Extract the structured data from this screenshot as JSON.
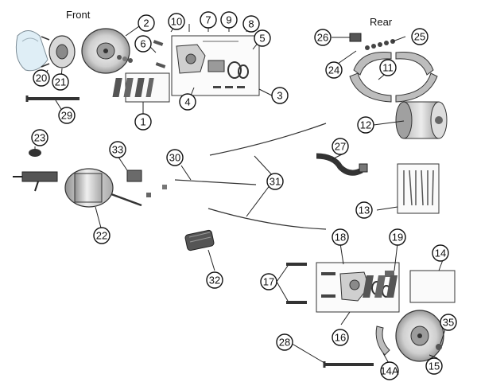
{
  "headings": {
    "front": "Front",
    "rear": "Rear"
  },
  "callouts": [
    "1",
    "2",
    "3",
    "4",
    "5",
    "6",
    "7",
    "8",
    "9",
    "10",
    "11",
    "12",
    "13",
    "14",
    "14A",
    "15",
    "16",
    "17",
    "18",
    "19",
    "20",
    "21",
    "22",
    "23",
    "24",
    "25",
    "26",
    "27",
    "28",
    "29",
    "30",
    "31",
    "32",
    "33",
    "35"
  ],
  "colors": {
    "line": "#222222",
    "part_fill": "#e6e6e6",
    "part_dark": "#555555",
    "dust_cap": "#cfe3ef"
  }
}
